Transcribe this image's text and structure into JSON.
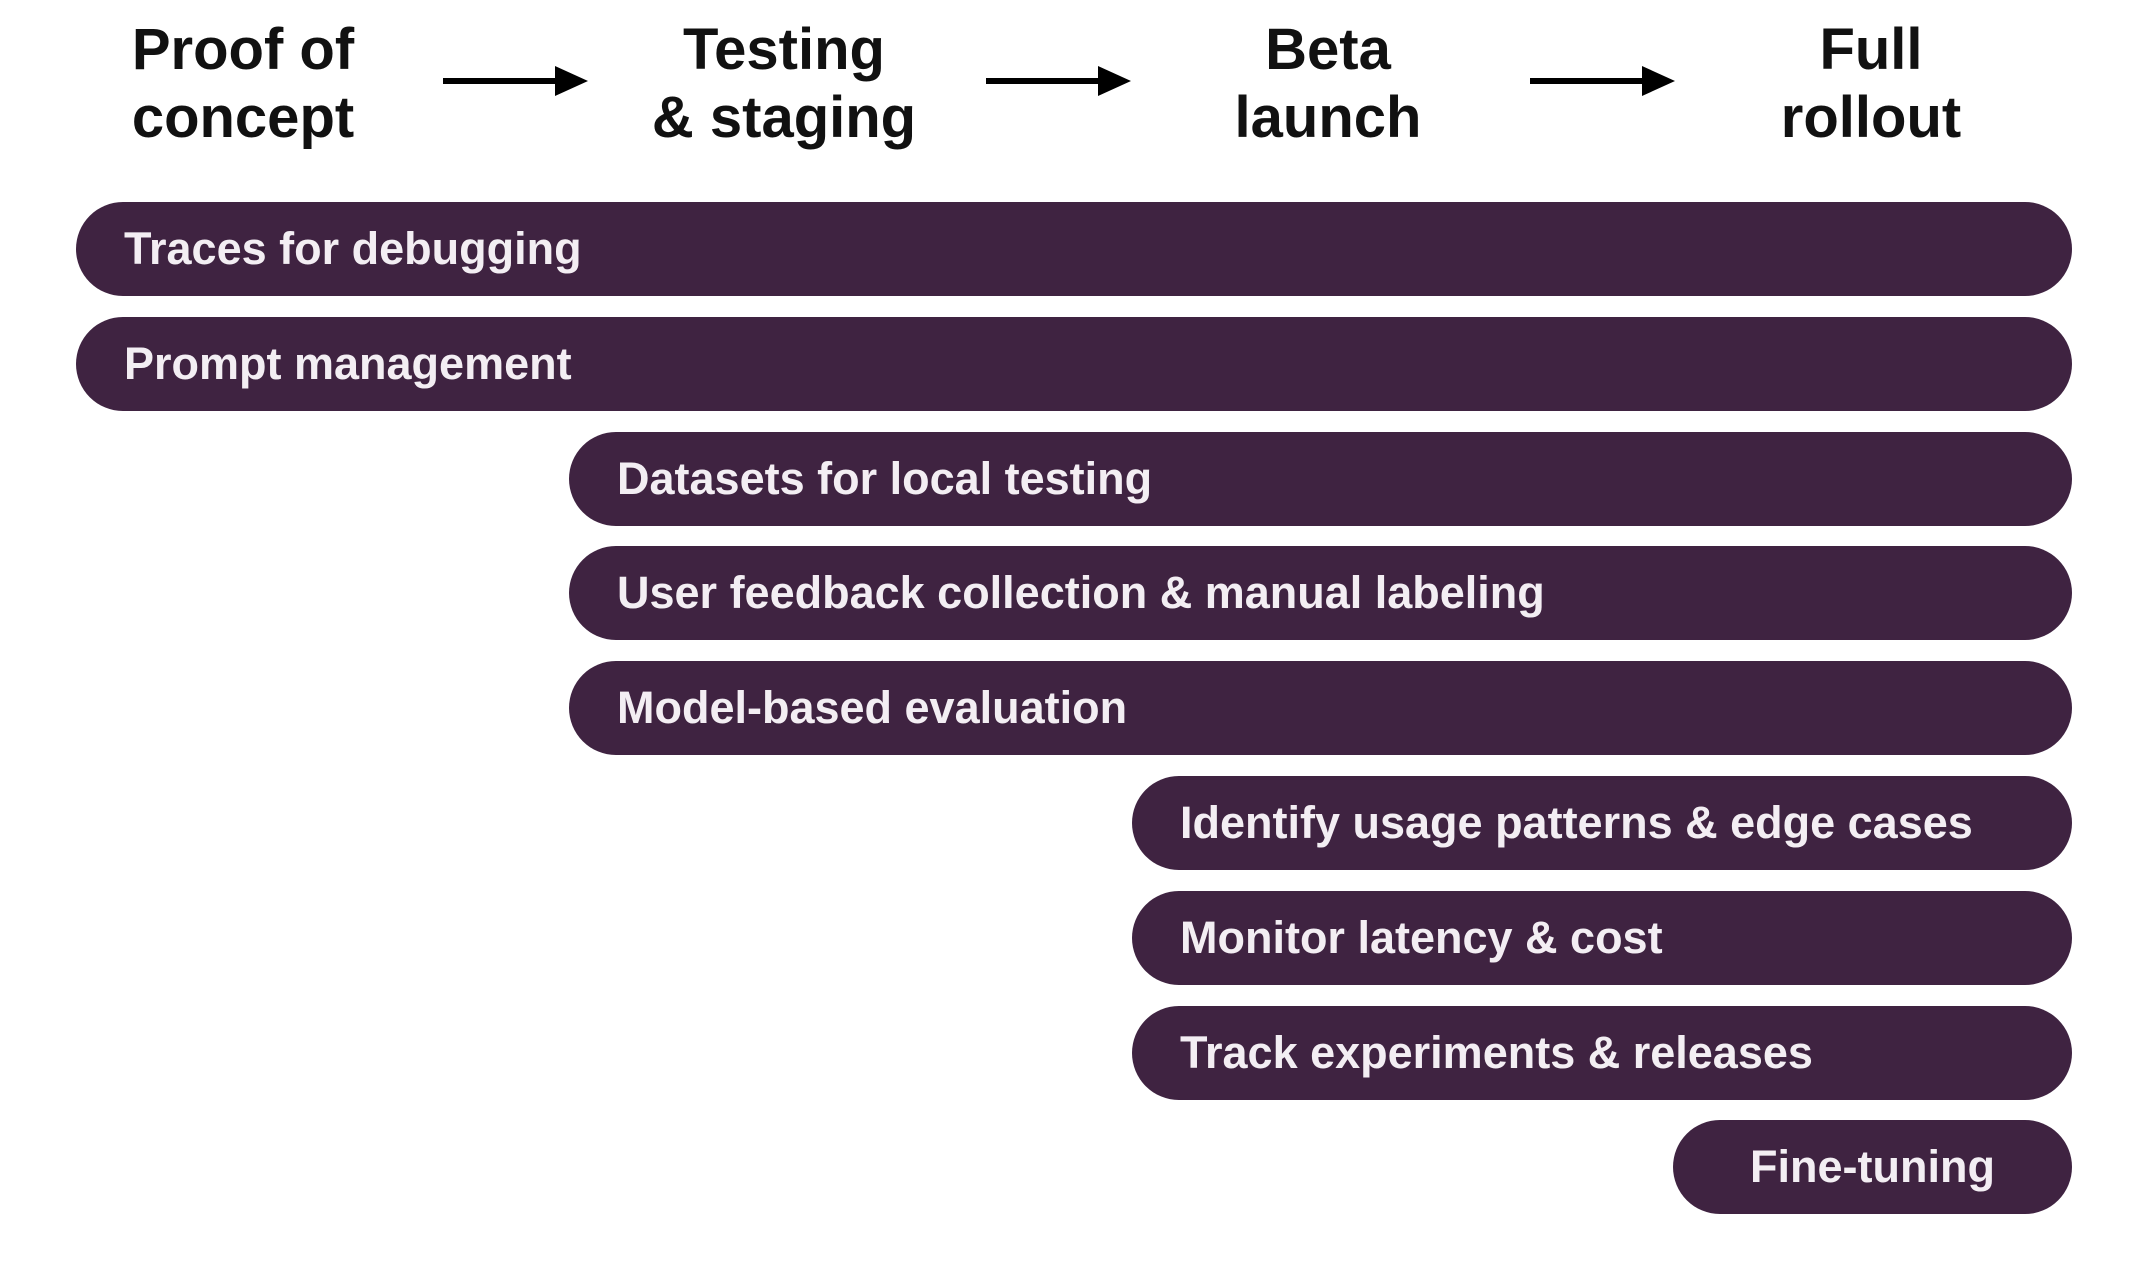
{
  "colors": {
    "bar_fill": "#3f2341",
    "bar_text": "#f3eef3",
    "heading_text": "#111111",
    "arrow": "#000000"
  },
  "stages": [
    {
      "line1": "Proof of",
      "line2": "concept"
    },
    {
      "line1": "Testing",
      "line2": "& staging"
    },
    {
      "line1": "Beta",
      "line2": "launch"
    },
    {
      "line1": "Full",
      "line2": "rollout"
    }
  ],
  "arrows": [
    "arrow-icon",
    "arrow-icon",
    "arrow-icon"
  ],
  "capabilities": [
    {
      "label": "Traces for debugging",
      "starts_at_stage": "Proof of concept",
      "ends_at_stage": "Full rollout"
    },
    {
      "label": "Prompt management",
      "starts_at_stage": "Proof of concept",
      "ends_at_stage": "Full rollout"
    },
    {
      "label": "Datasets for local testing",
      "starts_at_stage": "Testing & staging",
      "ends_at_stage": "Full rollout"
    },
    {
      "label": "User feedback collection & manual labeling",
      "starts_at_stage": "Testing & staging",
      "ends_at_stage": "Full rollout"
    },
    {
      "label": "Model-based evaluation",
      "starts_at_stage": "Testing & staging",
      "ends_at_stage": "Full rollout"
    },
    {
      "label": "Identify usage patterns & edge cases",
      "starts_at_stage": "Beta launch",
      "ends_at_stage": "Full rollout"
    },
    {
      "label": "Monitor latency & cost",
      "starts_at_stage": "Beta launch",
      "ends_at_stage": "Full rollout"
    },
    {
      "label": "Track experiments & releases",
      "starts_at_stage": "Beta launch",
      "ends_at_stage": "Full rollout"
    },
    {
      "label": "Fine-tuning",
      "starts_at_stage": "Full rollout",
      "ends_at_stage": "Full rollout"
    }
  ]
}
